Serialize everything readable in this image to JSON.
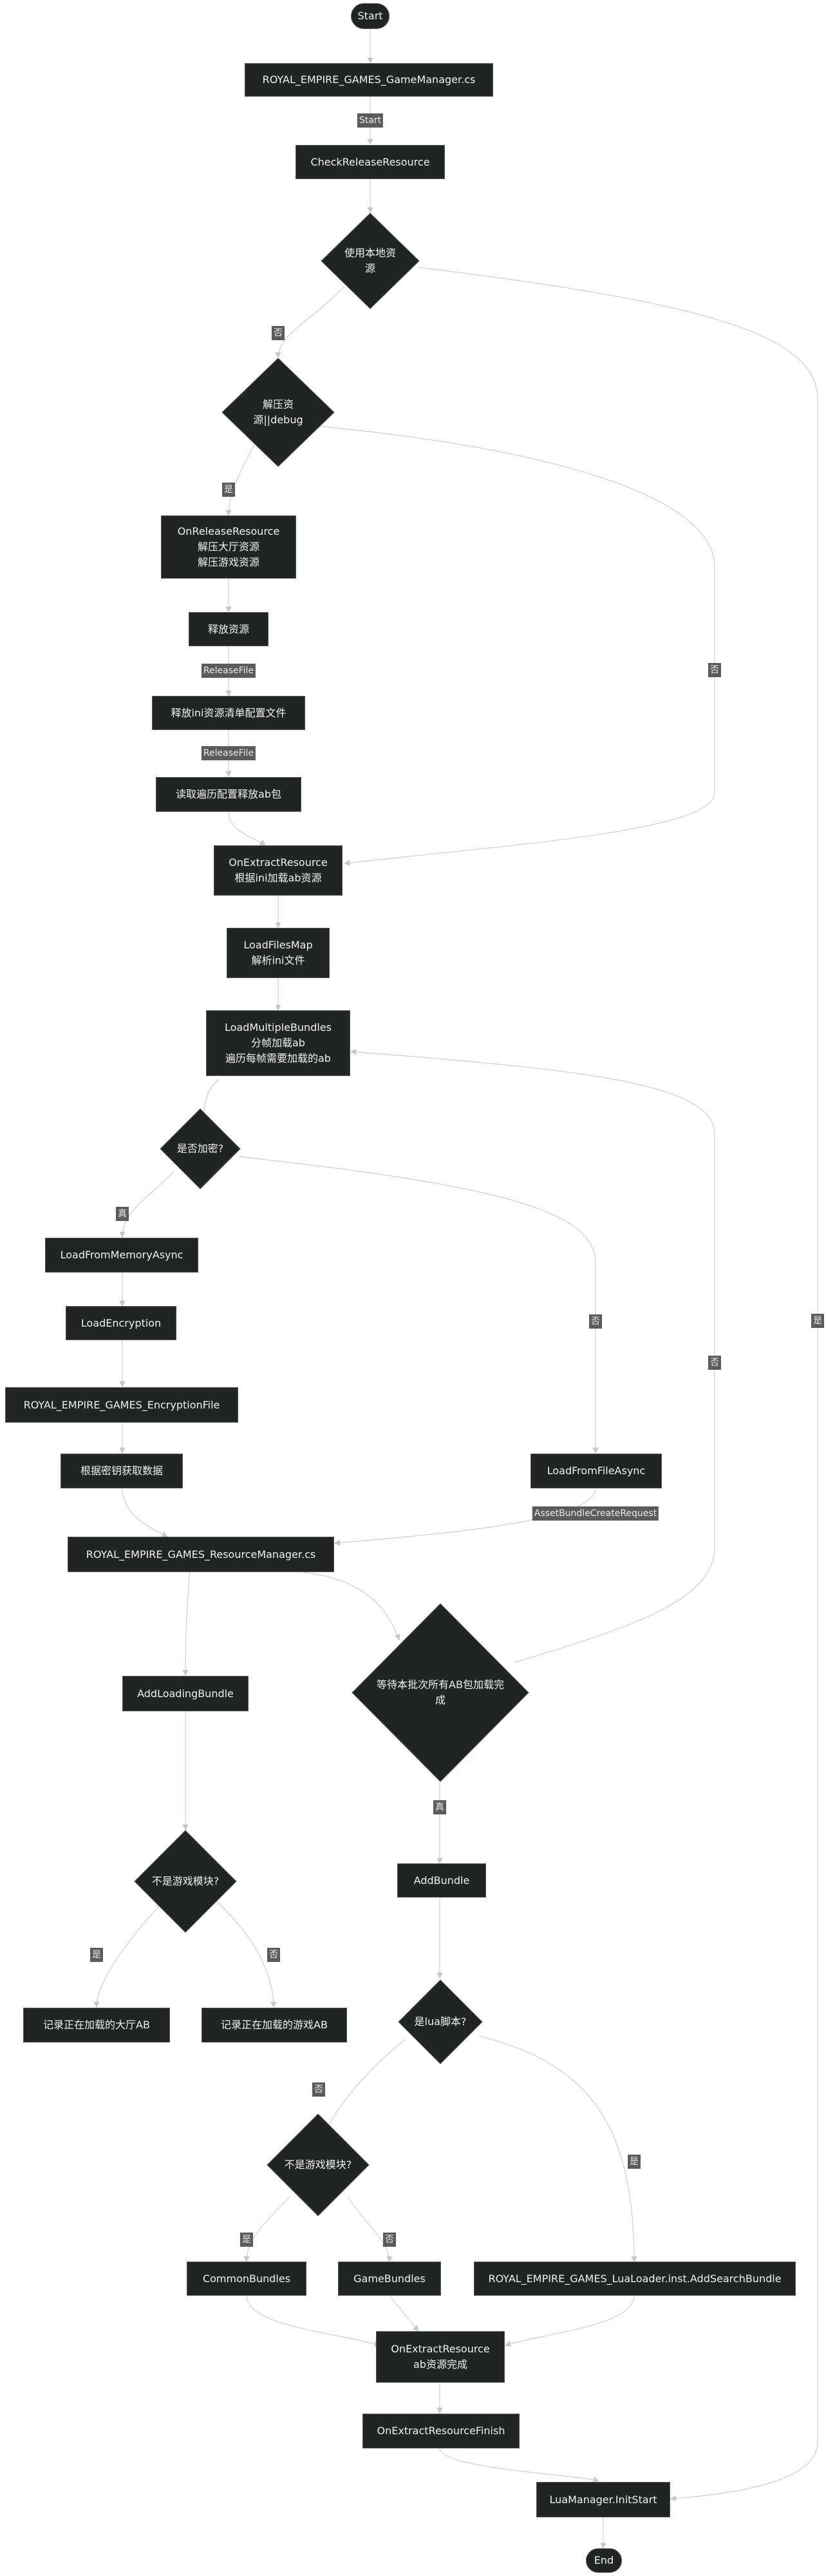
{
  "diagram": {
    "nodes": {
      "start": "Start",
      "gamemanager": "ROYAL_EMPIRE_GAMES_GameManager.cs",
      "checkrelease": "CheckReleaseResource",
      "use_local": "使用本地资源",
      "unzip_debug": "解压资源||debug",
      "onrelease": "OnReleaseResource\n解压大厅资源\n解压游戏资源",
      "release_res": "释放资源",
      "release_ini": "释放ini资源清单配置文件",
      "read_traverse": "读取遍历配置释放ab包",
      "onextract": "OnExtractResource\n根据ini加载ab资源",
      "loadfilesmap": "LoadFilesMap\n解析ini文件",
      "loadmultiple": "LoadMultipleBundles\n分帧加载ab\n遍历每帧需要加载的ab",
      "encrypted": "是否加密?",
      "loadfrommemory": "LoadFromMemoryAsync",
      "loadencryption": "LoadEncryption",
      "encryptionfile": "ROYAL_EMPIRE_GAMES_EncryptionFile",
      "getdata": "根据密钥获取数据",
      "loadfromfile": "LoadFromFileAsync",
      "resourcemanager": "ROYAL_EMPIRE_GAMES_ResourceManager.cs",
      "addloading": "AddLoadingBundle",
      "wait_all": "等待本批次所有AB包加载完成",
      "not_game_1": "不是游戏模块?",
      "record_hall": "记录正在加载的大厅AB",
      "record_game": "记录正在加载的游戏AB",
      "addbundle": "AddBundle",
      "is_lua": "是lua脚本?",
      "not_game_2": "不是游戏模块?",
      "commonbundles": "CommonBundles",
      "gamebundles": "GameBundles",
      "lualoader": "ROYAL_EMPIRE_GAMES_LuaLoader.inst.AddSearchBundle",
      "onextract_done": "OnExtractResource\nab资源完成",
      "onextract_finish": "OnExtractResourceFinish",
      "luamanager": "LuaManager.InitStart",
      "end": "End"
    },
    "edge_labels": {
      "start": "Start",
      "use_local_no": "否",
      "use_local_yes": "是",
      "unzip_yes": "是",
      "unzip_no": "否",
      "releasefile_1": "ReleaseFile",
      "releasefile_2": "ReleaseFile",
      "encrypted_yes": "真",
      "encrypted_no": "否",
      "loop_no": "否",
      "abcreate": "AssetBundleCreateRequest",
      "wait_yes": "真",
      "not_game_1_yes": "是",
      "not_game_1_no": "否",
      "is_lua_no": "否",
      "is_lua_yes": "是",
      "not_game_2_yes": "是",
      "not_game_2_no": "否"
    }
  }
}
